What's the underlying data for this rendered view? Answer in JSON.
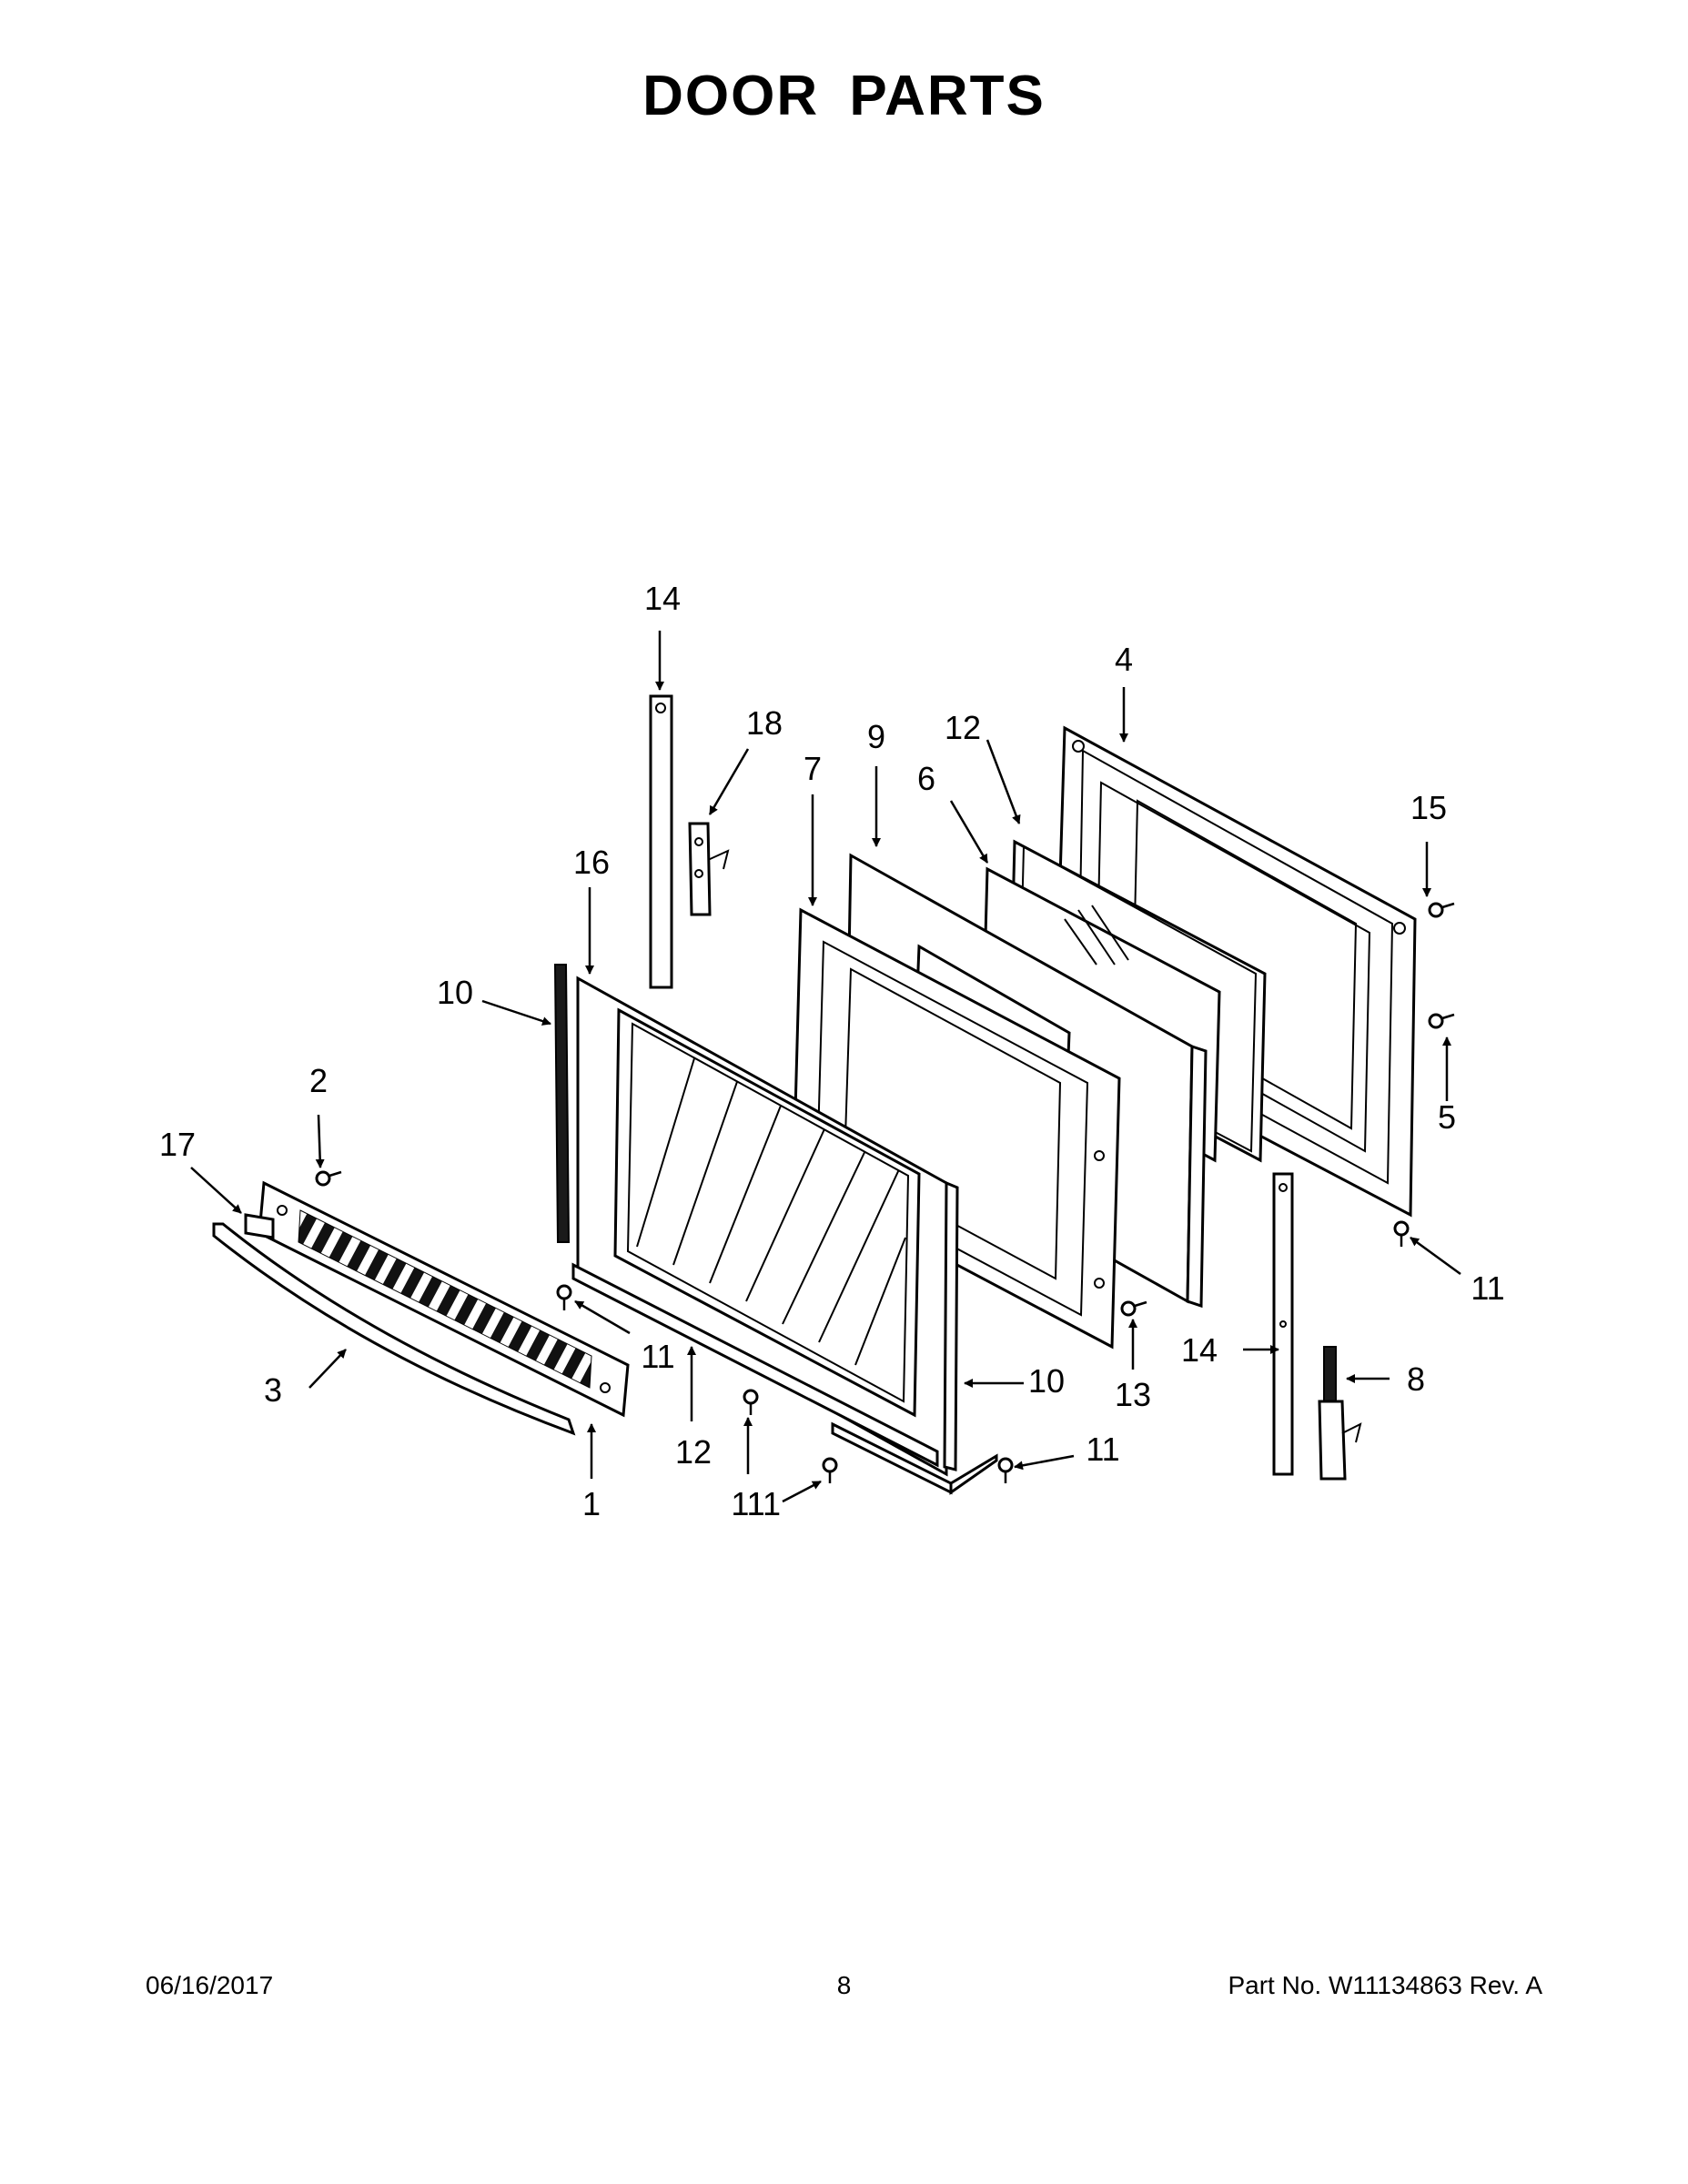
{
  "title": "DOOR  PARTS",
  "footer": {
    "date": "06/16/2017",
    "page": "8",
    "part_no": "Part No.  W11134863  Rev.  A"
  },
  "callouts": {
    "c1": "1",
    "c2": "2",
    "c3": "3",
    "c4": "4",
    "c5": "5",
    "c6": "6",
    "c7": "7",
    "c8": "8",
    "c9": "9",
    "c10a": "10",
    "c10b": "10",
    "c11a": "11",
    "c11b": "11",
    "c11c": "11",
    "c11d": "11",
    "c11e": "11",
    "c12a": "12",
    "c12b": "12",
    "c13": "13",
    "c14a": "14",
    "c14b": "14",
    "c15": "15",
    "c16": "16",
    "c17": "17",
    "c18": "18"
  }
}
